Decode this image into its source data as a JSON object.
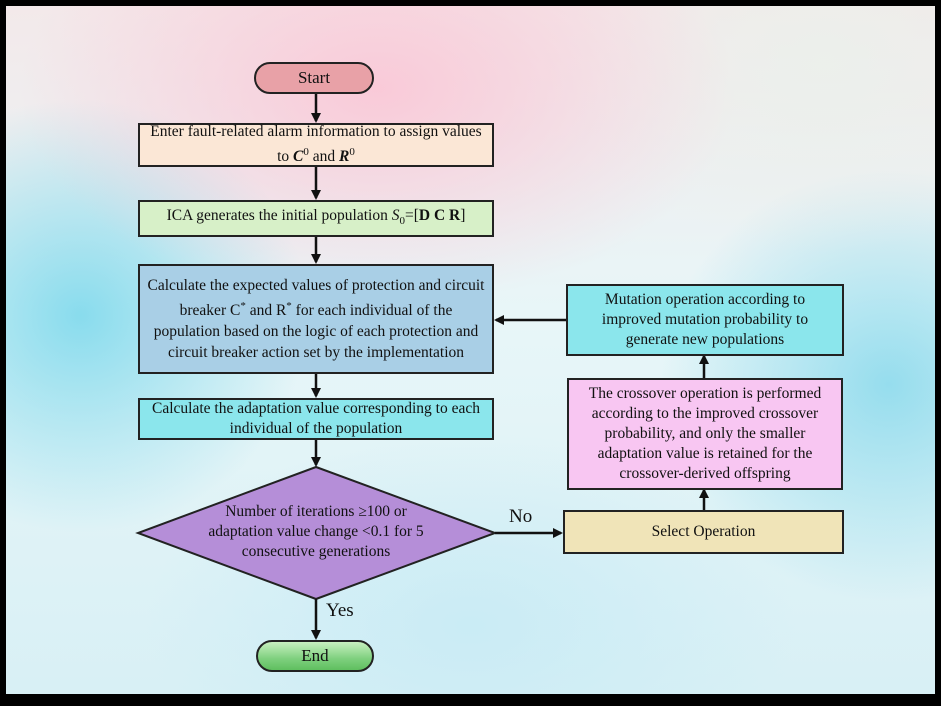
{
  "start": "Start",
  "step1": {
    "pre": "Enter fault-related alarm information to assign values to ",
    "c": "C",
    "c_sup": "0",
    "mid": " and ",
    "r": "R",
    "r_sup": "0"
  },
  "step2": {
    "pre": "ICA generates the initial population ",
    "s": "S",
    "s_sub": "0",
    "eq": "=[",
    "dcr": "D C R",
    "close": "]"
  },
  "step3": {
    "pre": "Calculate the expected values of protection and circuit breaker C",
    "sup1": "*",
    "mid": " and R",
    "sup2": "*",
    "post": " for each individual of the population based on the logic of each protection and circuit breaker action set by the implementation"
  },
  "step4": "Calculate the adaptation value corresponding to each individual of the population",
  "decision": "Number of iterations ≥100 or adaptation value change <0.1 for 5 consecutive generations",
  "end": "End",
  "yes_label": "Yes",
  "no_label": "No",
  "select_op": "Select Operation",
  "crossover": "The crossover operation is performed according to the improved crossover probability, and only the smaller adaptation value is retained for the crossover-derived offspring",
  "mutation": "Mutation operation according to improved mutation probability to generate new populations",
  "colors": {
    "start_fill": "#e8a1a7",
    "end_fill": "#7ed07e",
    "step1_fill": "#fbe7d6",
    "step2_fill": "#d7f0c8",
    "step3_fill": "#a9cfe6",
    "step4_fill": "#8be6ec",
    "decision_fill": "#b58ed8",
    "select_fill": "#f0e4b8",
    "crossover_fill": "#f8c6f2",
    "mutation_fill": "#8be6ec"
  }
}
